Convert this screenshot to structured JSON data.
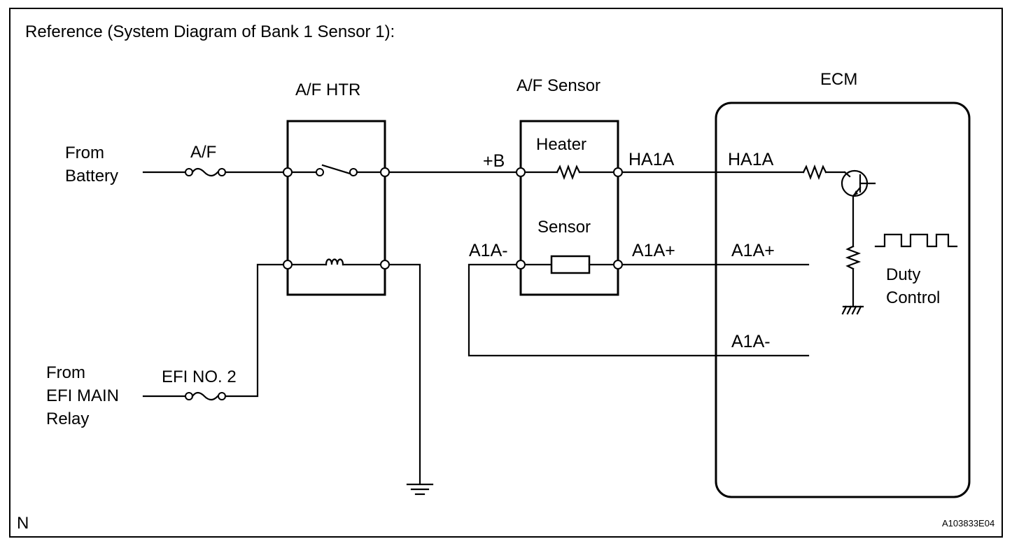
{
  "title": "Reference (System Diagram of Bank 1 Sensor 1):",
  "source_battery": [
    "From",
    "Battery"
  ],
  "source_relay": [
    "From",
    "EFI MAIN",
    "Relay"
  ],
  "fuse_af": "A/F",
  "fuse_efi": "EFI NO. 2",
  "relay_label": "A/F HTR",
  "sensor_label": "A/F Sensor",
  "heater_label": "Heater",
  "sensor_inner_label": "Sensor",
  "ecm_label": "ECM",
  "pins": {
    "plus_b": "+B",
    "ha1a_sensor": "HA1A",
    "a1a_minus_sensor": "A1A-",
    "a1a_plus_sensor": "A1A+",
    "ha1a_ecm": "HA1A",
    "a1a_plus_ecm": "A1A+",
    "a1a_minus_ecm": "A1A-"
  },
  "duty_control": [
    "Duty",
    "Control"
  ],
  "corner_mark": "N",
  "figure_code": "A103833E04"
}
